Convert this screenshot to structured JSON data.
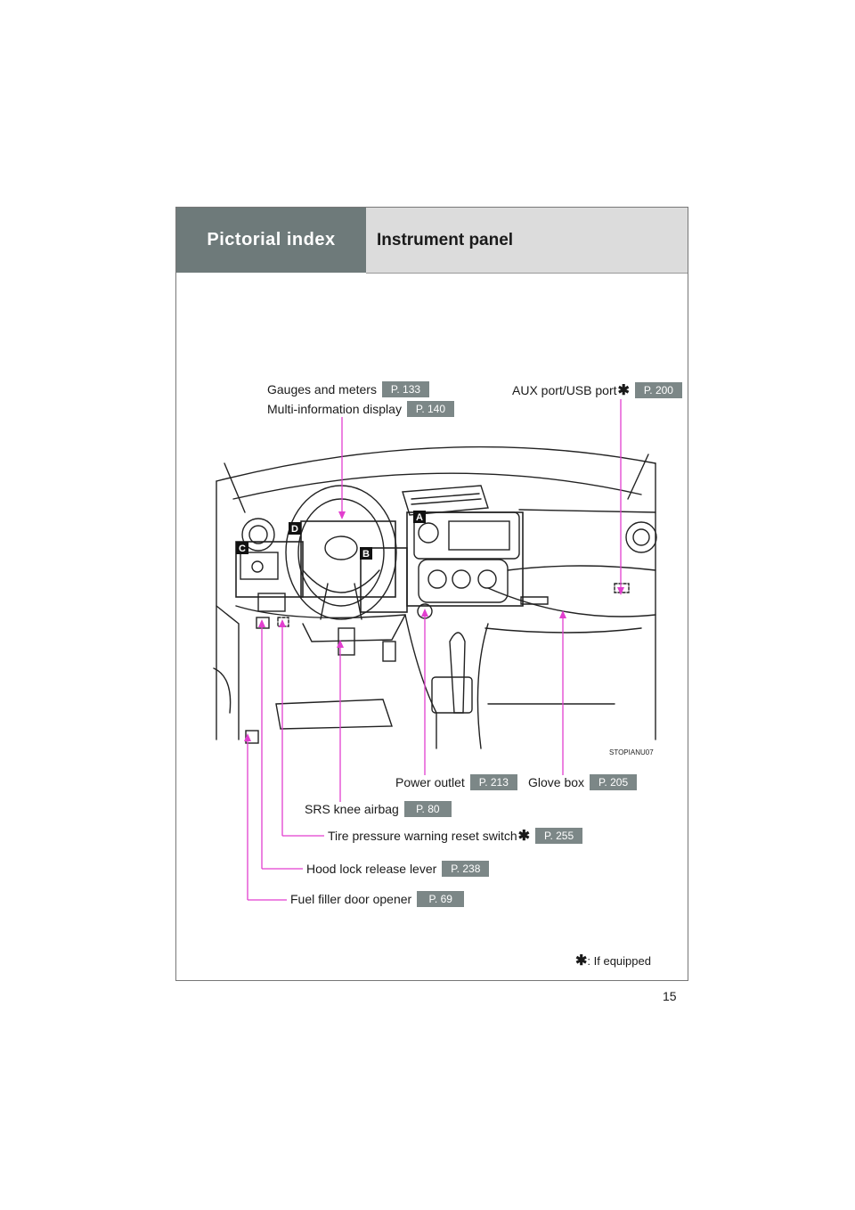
{
  "header": {
    "section": "Pictorial index",
    "title": "Instrument panel"
  },
  "labels": {
    "gauges": {
      "text": "Gauges and meters",
      "page": "P. 133"
    },
    "multi": {
      "text": "Multi-information display",
      "page": "P. 140"
    },
    "aux": {
      "text": "AUX port/USB port",
      "page": "P. 200"
    },
    "power": {
      "text": "Power outlet",
      "page": "P. 213"
    },
    "glove": {
      "text": "Glove box",
      "page": "P. 205"
    },
    "srs": {
      "text": "SRS knee airbag",
      "page": "P. 80"
    },
    "tire": {
      "text": "Tire pressure warning reset switch",
      "page": "P. 255"
    },
    "hood": {
      "text": "Hood lock release lever",
      "page": "P. 238"
    },
    "fuel": {
      "text": "Fuel filler door opener",
      "page": "P. 69"
    }
  },
  "illustration": {
    "code": "STOPIANU07",
    "callouts": [
      "A",
      "B",
      "C",
      "D"
    ]
  },
  "footnote": {
    "mark": "✱",
    "text": ":  If equipped"
  },
  "page_number": "15",
  "colors": {
    "leader": "#e23fcf",
    "badge": "#7c8787",
    "header_dark": "#6e7a7a",
    "header_light": "#dcdcdc"
  }
}
